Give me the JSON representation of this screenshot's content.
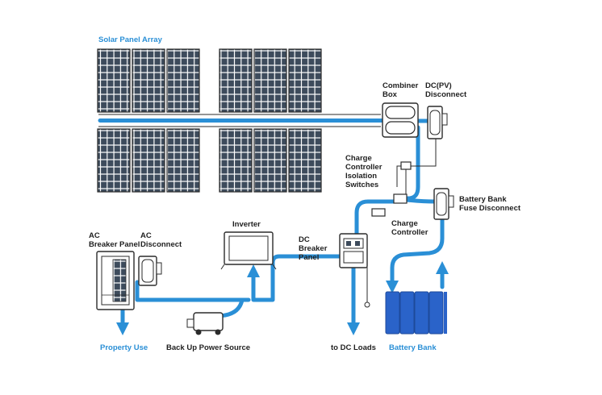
{
  "labels": {
    "solar_panel_array": "Solar Panel Array",
    "combiner_box": [
      "Combiner",
      "Box"
    ],
    "dc_pv_disconnect": [
      "DC(PV)",
      "Disconnect"
    ],
    "charge_controller_isolation_switches": [
      "Charge",
      "Controller",
      "Isolation",
      "Switches"
    ],
    "battery_bank_fuse_disconnect": [
      "Battery Bank",
      "Fuse Disconnect"
    ],
    "charge_controller": [
      "Charge",
      "Controller"
    ],
    "inverter": "Inverter",
    "dc_breaker_panel": [
      "DC",
      "Breaker",
      "Panel"
    ],
    "ac_breaker_panel": [
      "AC",
      "Breaker Panel"
    ],
    "ac_disconnect": [
      "AC",
      "Disconnect"
    ],
    "property_use": "Property Use",
    "back_up_power_source": "Back Up Power Source",
    "to_dc_loads": "to DC Loads",
    "battery_bank": "Battery Bank"
  },
  "colors": {
    "flow": "#2a8fd6",
    "outline": "#2b2b2b",
    "panel_cell": "#3d4b5c",
    "label_accent": "#2a8fd6"
  }
}
